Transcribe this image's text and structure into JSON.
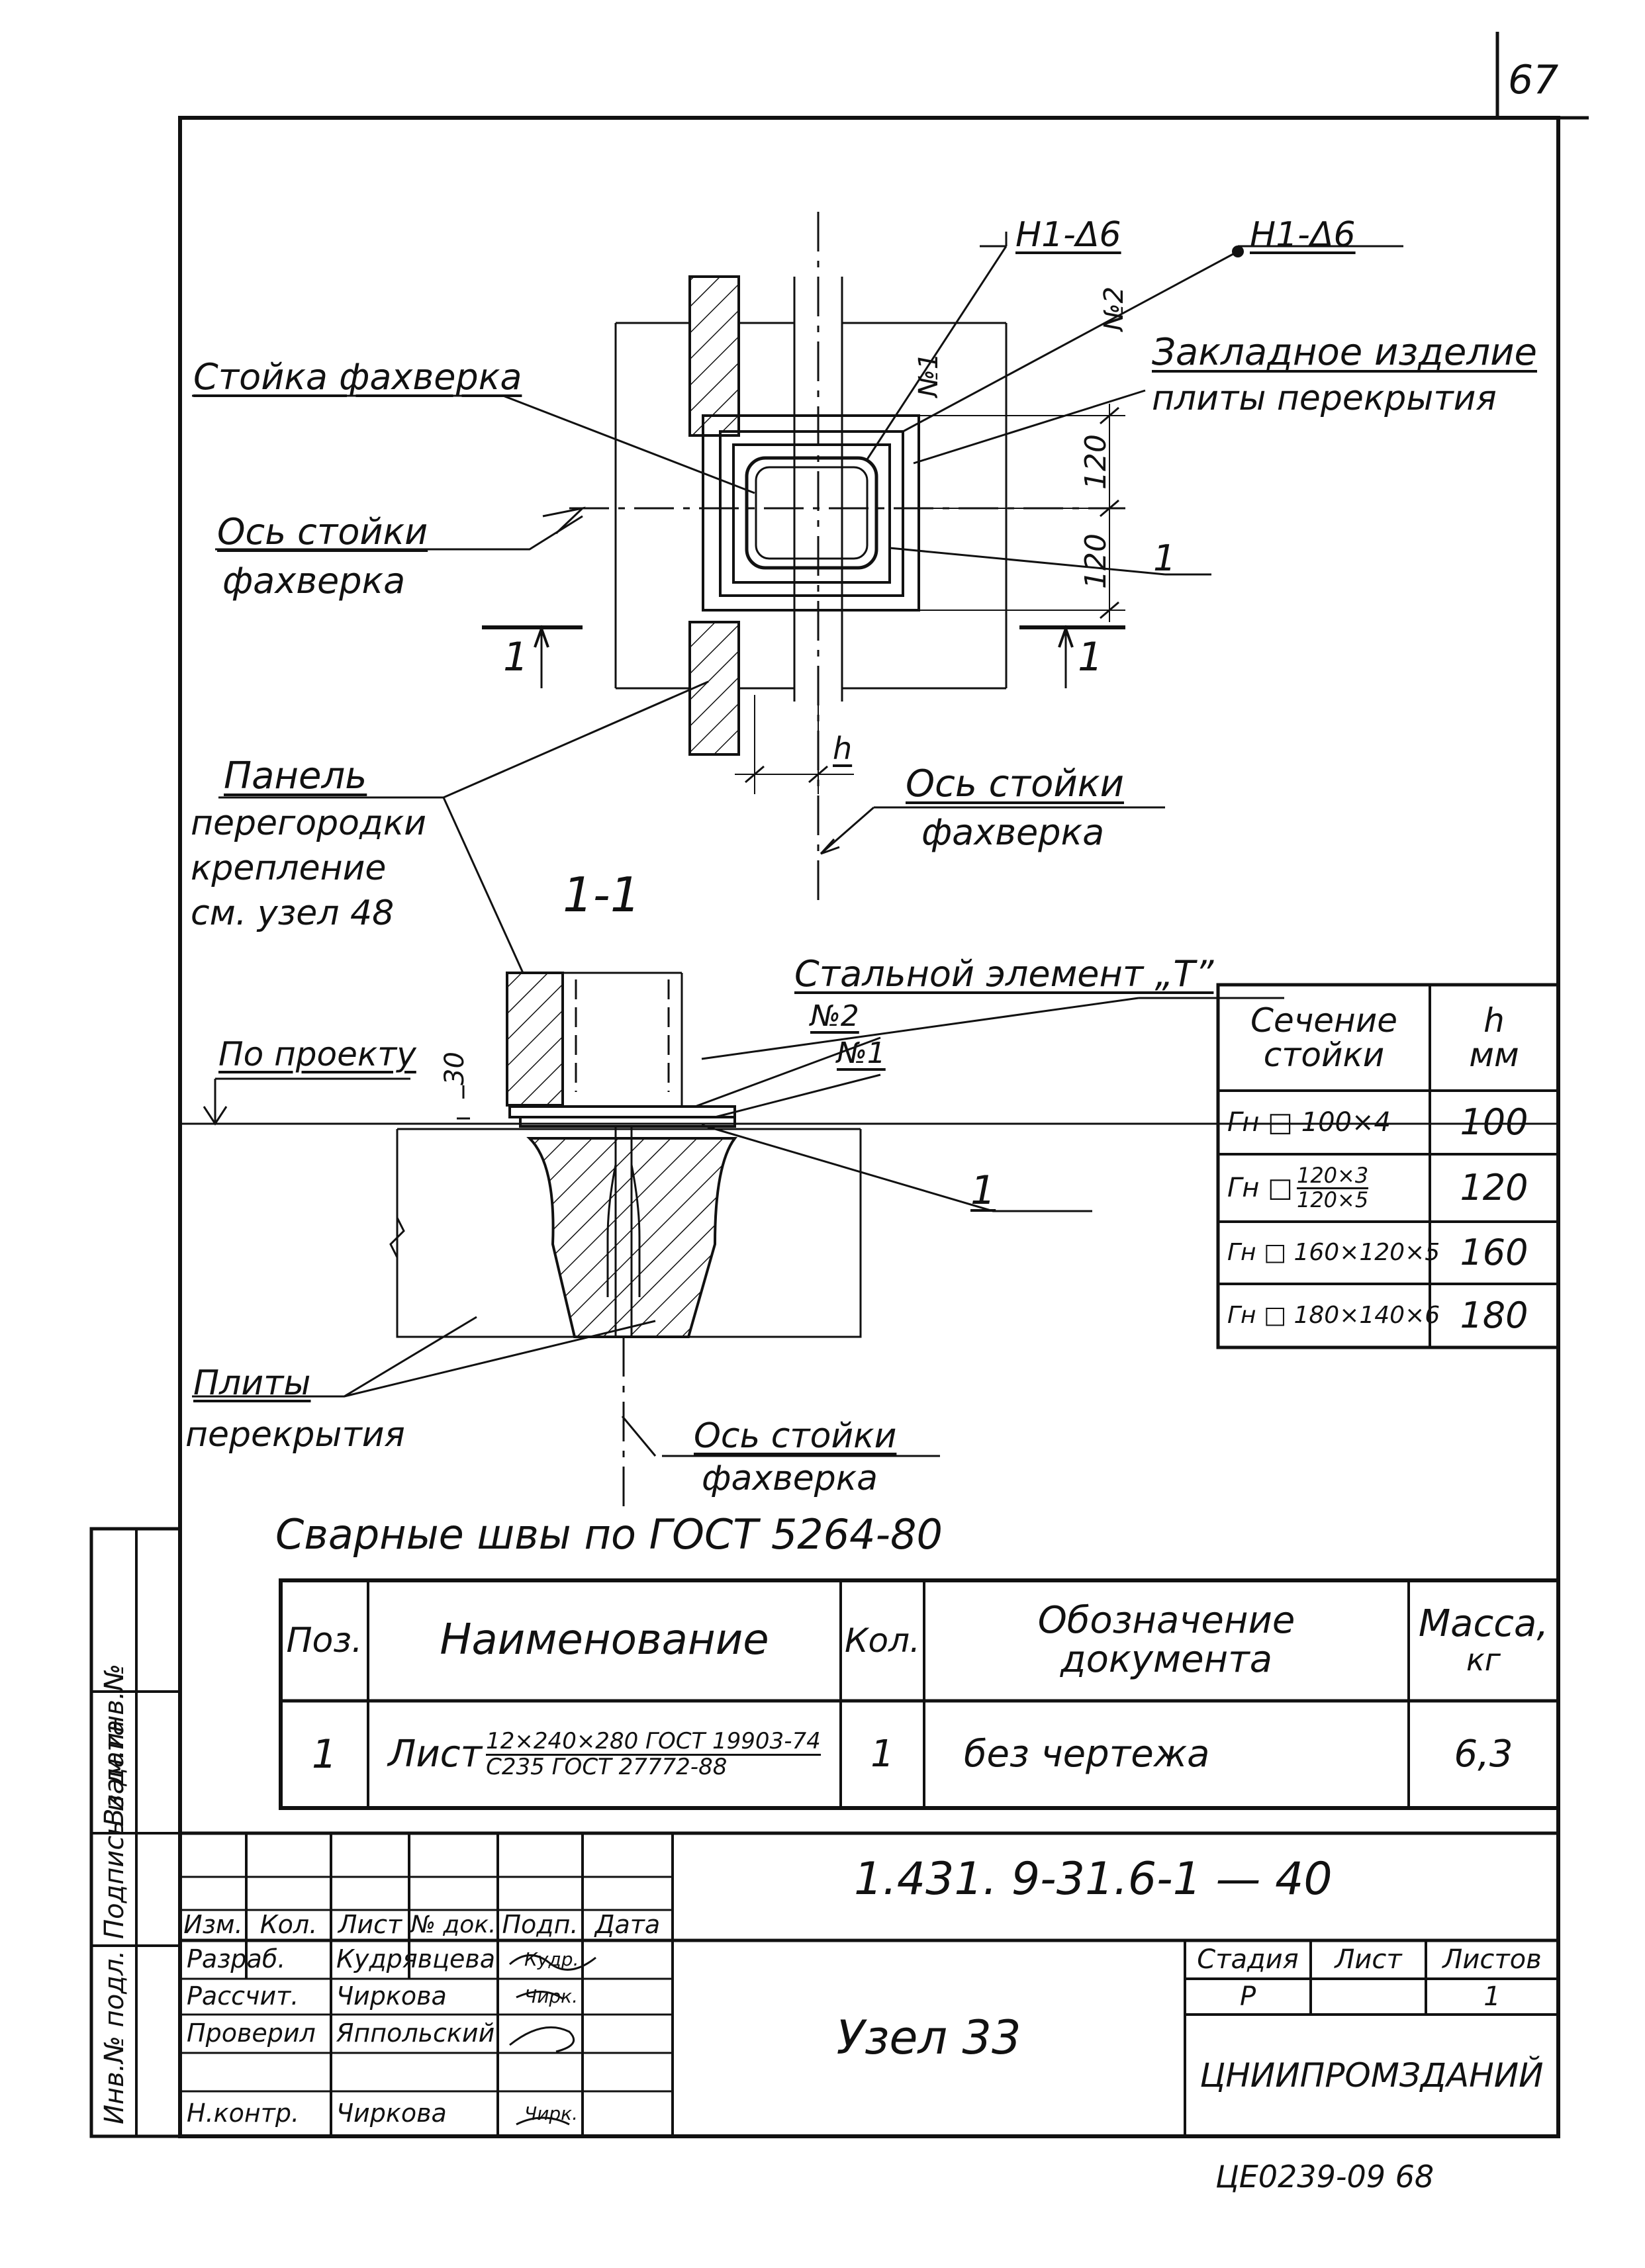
{
  "sheet": {
    "page_number": "67",
    "bottom_note": "ЦЕ0239-09   68"
  },
  "plan": {
    "tag_left": "Н1-Δ6",
    "tag_right": "Н1-Δ6",
    "label_post": "Стойка фахверка",
    "label_post_axis": [
      "Ось стойки",
      "фахверка"
    ],
    "label_embedded": [
      "Закладное изделие",
      "плиты перекрытия"
    ],
    "label_panel": [
      "Панель",
      "перегородки",
      "крепление",
      "см. узел 48"
    ],
    "label_axis_bottom": [
      "Ось стойки",
      "фахверка"
    ],
    "no1": "№1",
    "no2": "№2",
    "dim_120a": "120",
    "dim_120b": "120",
    "pos_1": "1",
    "cut_left": "1",
    "cut_right": "1",
    "dim_h": "h"
  },
  "section": {
    "title": "1-1",
    "label_steel": "Стальной элемент „Т”",
    "no2": "№2",
    "no1": "№1",
    "label_project": "По проекту",
    "dim_30": "30",
    "pos_1": "1",
    "label_slabs": [
      "Плиты",
      "перекрытия"
    ],
    "label_axis": [
      "Ось стойки",
      "фахверка"
    ]
  },
  "h_table": {
    "headers": [
      [
        "Сечение",
        "стойки"
      ],
      [
        "h",
        "мм"
      ]
    ],
    "rows": [
      {
        "section": "Гн □ 100×4",
        "h": "100"
      },
      {
        "section": "Гн □",
        "section_frac": [
          "120×3",
          "120×5"
        ],
        "h": "120"
      },
      {
        "section": "Гн □ 160×120×5",
        "h": "160"
      },
      {
        "section": "Гн □ 180×140×6",
        "h": "180"
      }
    ]
  },
  "weld_note": "Сварные швы по ГОСТ 5264-80",
  "spec": {
    "headers": [
      "Поз.",
      "Наименование",
      "Кол.",
      [
        "Обозначение",
        "документа"
      ],
      [
        "Масса,",
        "кг"
      ]
    ],
    "rows": [
      {
        "pos": "1",
        "name": "Лист",
        "name_frac": [
          "12×240×280 ГОСТ 19903-74",
          "С235 ГОСТ 27772-88"
        ],
        "qty": "1",
        "doc": "без чертежа",
        "mass": "6,3"
      }
    ]
  },
  "side_stamp": [
    "Инв.№ подл.",
    "Подпись и дата",
    "Взам.инв.№"
  ],
  "title_block": {
    "code": "1.431. 9-31.6-1  — 40",
    "col_heads": [
      "Изм.",
      "Кол.",
      "Лист",
      "№ док.",
      "Подп.",
      "Дата"
    ],
    "people": [
      {
        "role": "Разраб.",
        "name": "Кудрявцева",
        "sign": "Кудр."
      },
      {
        "role": "Рассчит.",
        "name": "Чиркова",
        "sign": "Чирк."
      },
      {
        "role": "Проверил",
        "name": "Яппольский",
        "sign": ""
      },
      {
        "role": "",
        "name": "",
        "sign": ""
      },
      {
        "role": "Н.контр.",
        "name": "Чиркова",
        "sign": "Чирк."
      }
    ],
    "node_title": "Узел 33",
    "stage_heads": [
      "Стадия",
      "Лист",
      "Листов"
    ],
    "stage": "Р",
    "sheet": "",
    "sheets": "1",
    "org": "ЦНИИПРОМЗДАНИЙ"
  }
}
